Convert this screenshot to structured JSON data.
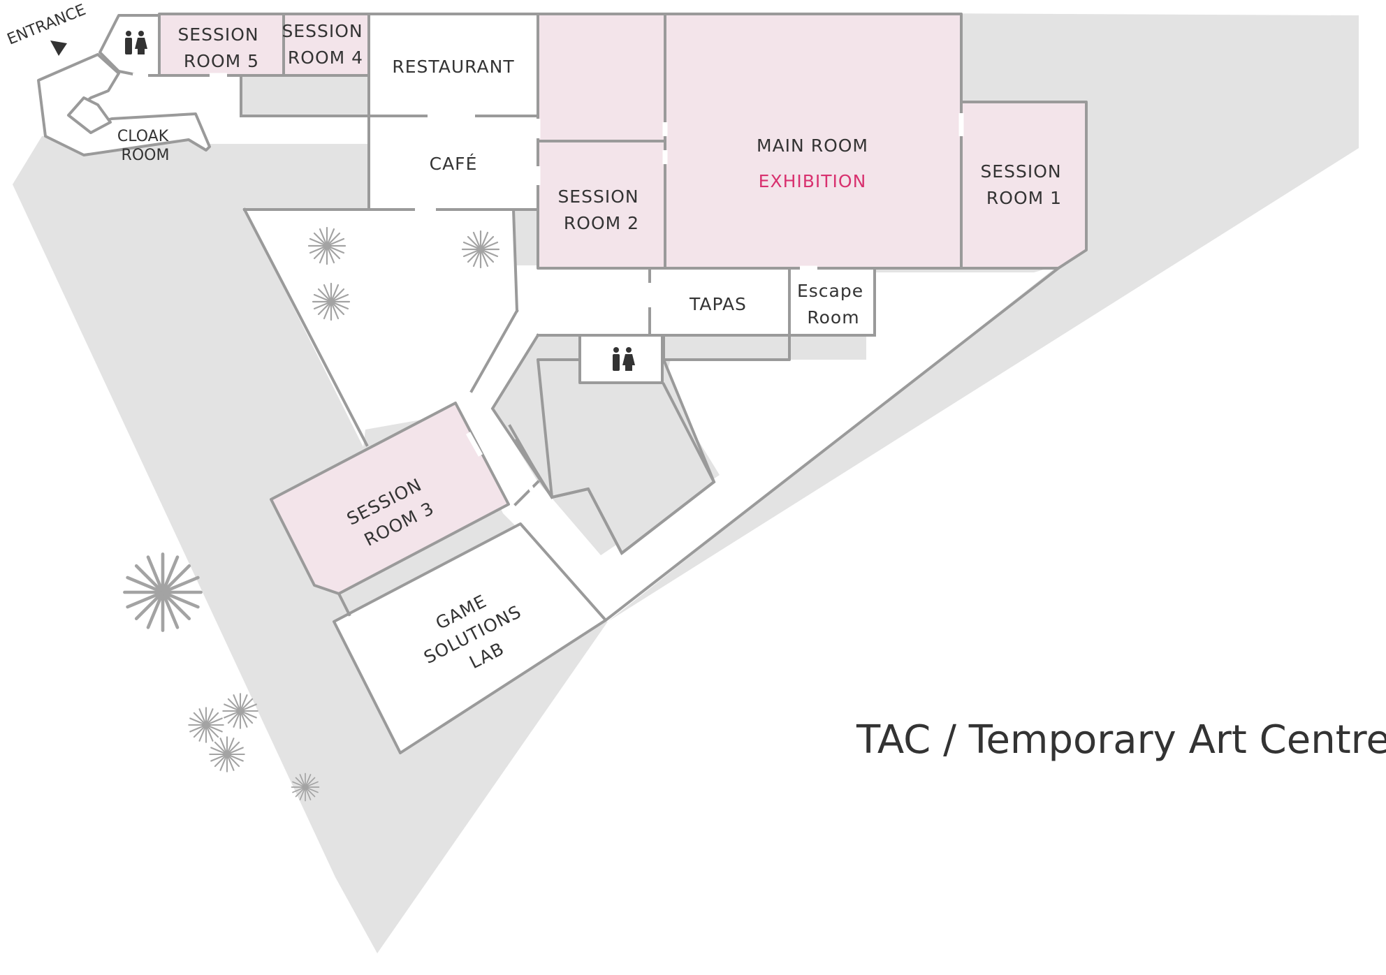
{
  "venue_title": "TAC / Temporary Art Centre",
  "entrance": {
    "label": "ENTRANCE"
  },
  "rooms": {
    "session_room_5": [
      "SESSION",
      "ROOM 5"
    ],
    "session_room_4": [
      "SESSION",
      "ROOM 4"
    ],
    "restaurant": "RESTAURANT",
    "cloak_room": [
      "CLOAK",
      "ROOM"
    ],
    "cafe": "CAFÉ",
    "session_room_2": [
      "SESSION",
      "ROOM 2"
    ],
    "main_room": "MAIN ROOM",
    "exhibition": "EXHIBITION",
    "session_room_1": [
      "SESSION",
      "ROOM 1"
    ],
    "tapas": "TAPAS",
    "escape_room": [
      "Escape",
      "Room"
    ],
    "session_room_3": [
      "SESSION",
      "ROOM 3"
    ],
    "game_solutions_lab": [
      "GAME",
      "SOLUTIONS",
      "LAB"
    ]
  },
  "icons": [
    "restroom-icon",
    "tree-icon",
    "entrance-arrow-icon"
  ],
  "colors": {
    "session_fill": "#f3e4ea",
    "ground": "#e3e3e3",
    "wall": "#9a9a9a",
    "accent": "#d8316f",
    "text": "#333333"
  }
}
